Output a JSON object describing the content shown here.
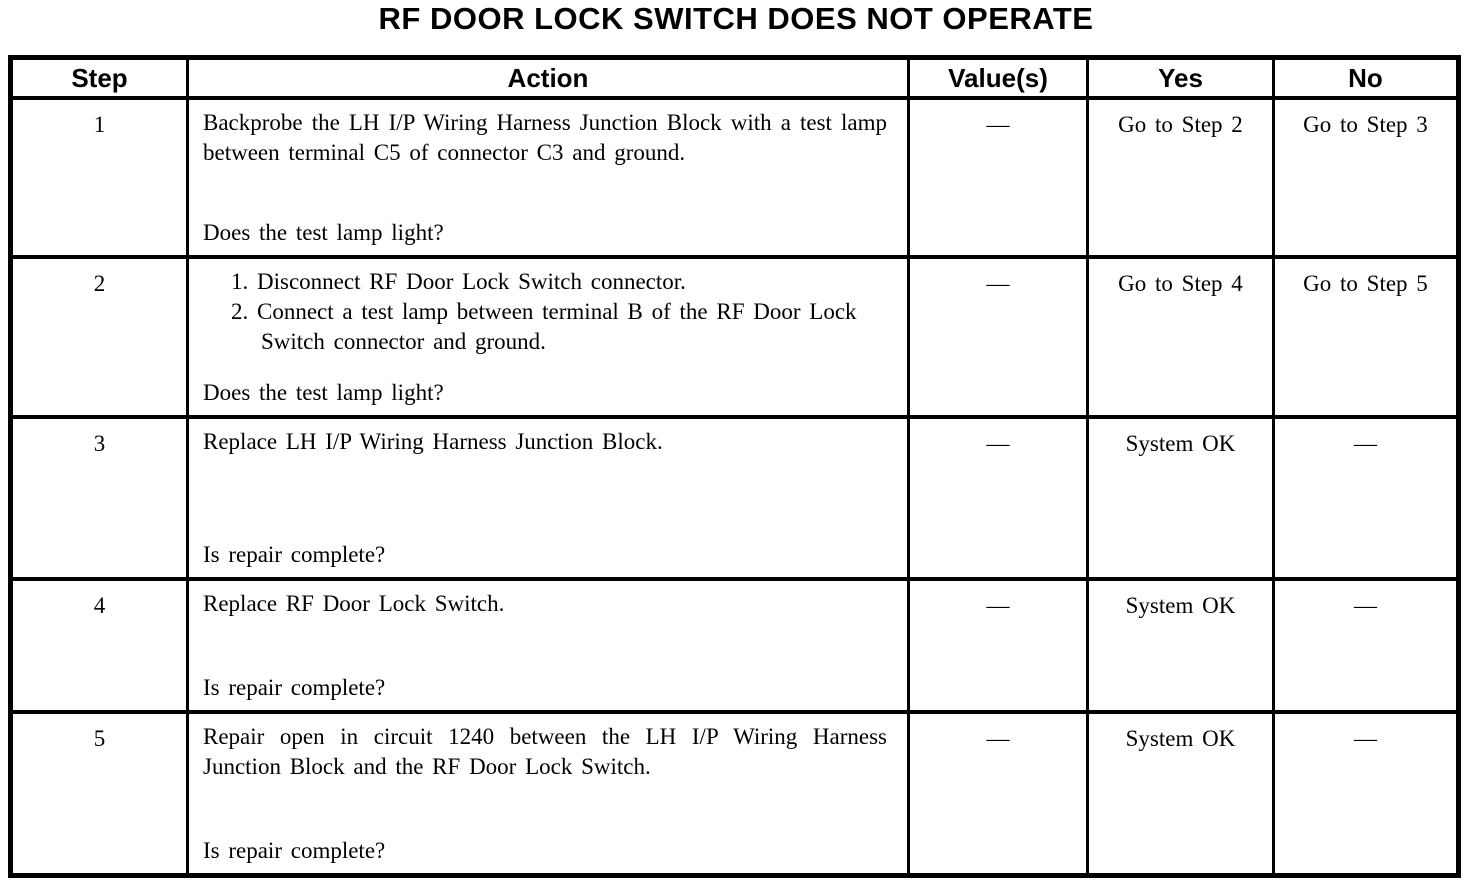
{
  "title": "RF DOOR LOCK SWITCH DOES NOT OPERATE",
  "table": {
    "headers": {
      "step": "Step",
      "action": "Action",
      "values": "Value(s)",
      "yes": "Yes",
      "no": "No"
    },
    "rows": [
      {
        "step": "1",
        "action": "Backprobe the LH I/P Wiring Harness Junction Block with a test lamp between terminal C5 of connector C3 and ground.",
        "question": "Does the test lamp light?",
        "values": "—",
        "yes": "Go to Step 2",
        "no": "Go to Step 3"
      },
      {
        "step": "2",
        "action_list": [
          "1. Disconnect RF Door Lock Switch connector.",
          "2. Connect a test lamp between terminal B of the RF Door Lock Switch connector and ground."
        ],
        "question": "Does the test lamp light?",
        "values": "—",
        "yes": "Go to Step 4",
        "no": "Go to Step 5"
      },
      {
        "step": "3",
        "action": "Replace LH I/P Wiring Harness Junction Block.",
        "question": "Is repair complete?",
        "values": "—",
        "yes": "System OK",
        "no": "—"
      },
      {
        "step": "4",
        "action": "Replace RF Door Lock Switch.",
        "question": "Is repair complete?",
        "values": "—",
        "yes": "System OK",
        "no": "—"
      },
      {
        "step": "5",
        "action": "Repair open in circuit 1240 between the LH I/P Wiring Harness Junction Block and the RF Door Lock Switch.",
        "question": "Is repair complete?",
        "values": "—",
        "yes": "System OK",
        "no": "—"
      }
    ]
  }
}
